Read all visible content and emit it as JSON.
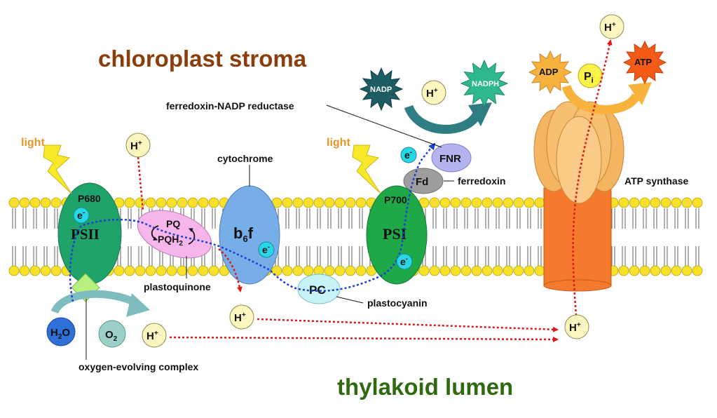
{
  "regions": {
    "stroma": "chloroplast stroma",
    "lumen": "thylakoid lumen"
  },
  "light_left": "light",
  "light_right": "light",
  "psii": {
    "name": "PSII",
    "center": "P680"
  },
  "psi": {
    "name": "PSI",
    "center": "P700"
  },
  "pq": {
    "top": "PQ",
    "bottom_main": "PQH",
    "bottom_sub": "2"
  },
  "b6f": {
    "main": "b",
    "sub": "6",
    "tail": "f"
  },
  "pc": "PC",
  "fd": "Fd",
  "fnr": "FNR",
  "electron": {
    "main": "e",
    "sup": "-"
  },
  "proton": {
    "main": "H",
    "sup": "+"
  },
  "water": {
    "main": "H",
    "sub": "2",
    "tail": "O"
  },
  "oxygen": {
    "main": "O",
    "sub": "2"
  },
  "nadp": "NADP",
  "nadph": "NADPH",
  "adp": "ADP",
  "atp": "ATP",
  "pi": {
    "main": "P",
    "sub": "i"
  },
  "labels": {
    "ferredoxin_nadp_reductase": "ferredoxin-NADP reductase",
    "cytochrome": "cytochrome",
    "ferredoxin": "ferredoxin",
    "atp_synthase": "ATP synthase",
    "plastoquinone": "plastoquinone",
    "plastocyanin": "plastocyanin",
    "oec": "oxygen-evolving complex"
  },
  "colors": {
    "stroma_title": "#8b3d0b",
    "lumen_title": "#2e6b10",
    "light_text": "#e8962a",
    "psii_fill": "#1fa36a",
    "psi_fill": "#1fa848",
    "pq_fill": "#f6b6ec",
    "b6f_fill": "#77aee8",
    "pc_fill": "#c7f3f6",
    "fnr_fill": "#b3b3ef",
    "fd_fill": "#9e9e9e",
    "electron_fill": "#27d7e6",
    "proton_fill": "#fbf6c0",
    "lipid_head": "#f7e12c",
    "atp_synthase_cap": "#f4b562",
    "atp_synthase_stalk": "#f47b2e",
    "nadp_fill": "#1e5c64",
    "nadph_fill": "#2fb88e",
    "adp_fill": "#f7b23d",
    "atp_fill": "#f45b17",
    "electron_path": "#1a3fd6",
    "proton_path": "#dd1a1a"
  }
}
